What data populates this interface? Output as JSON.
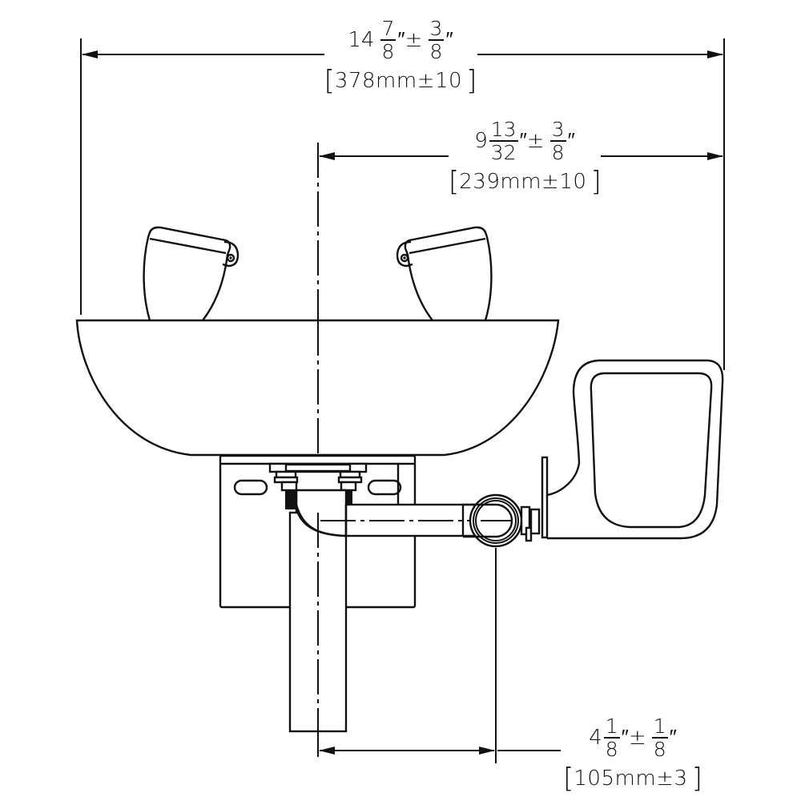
{
  "drawing": {
    "title": "Eye wash station - front elevation dimensions",
    "line_color": "#111111",
    "background": "#ffffff"
  },
  "dimensions": {
    "overall_width": {
      "whole": "14",
      "num": "7",
      "den": "8",
      "inch": "″",
      "pm": "±",
      "tol_num": "3",
      "tol_den": "8",
      "metric": "378mm±10",
      "bracket_open": "[",
      "bracket_close": "]"
    },
    "center_to_right": {
      "whole": "9",
      "num": "13",
      "den": "32",
      "inch": "″",
      "pm": "±",
      "tol_num": "3",
      "tol_den": "8",
      "metric": "239mm±10",
      "bracket_open": "[",
      "bracket_close": "]"
    },
    "pipe_offset": {
      "whole": "4",
      "num": "1",
      "den": "8",
      "inch": "″",
      "pm": "±",
      "tol_num": "1",
      "tol_den": "8",
      "metric": "105mm±3",
      "bracket_open": "[",
      "bracket_close": "]"
    }
  },
  "components": [
    {
      "name": "left-spray-head"
    },
    {
      "name": "right-spray-head"
    },
    {
      "name": "bowl"
    },
    {
      "name": "wall-bracket"
    },
    {
      "name": "supply-pipe"
    },
    {
      "name": "elbow-fitting"
    },
    {
      "name": "push-handle"
    }
  ]
}
